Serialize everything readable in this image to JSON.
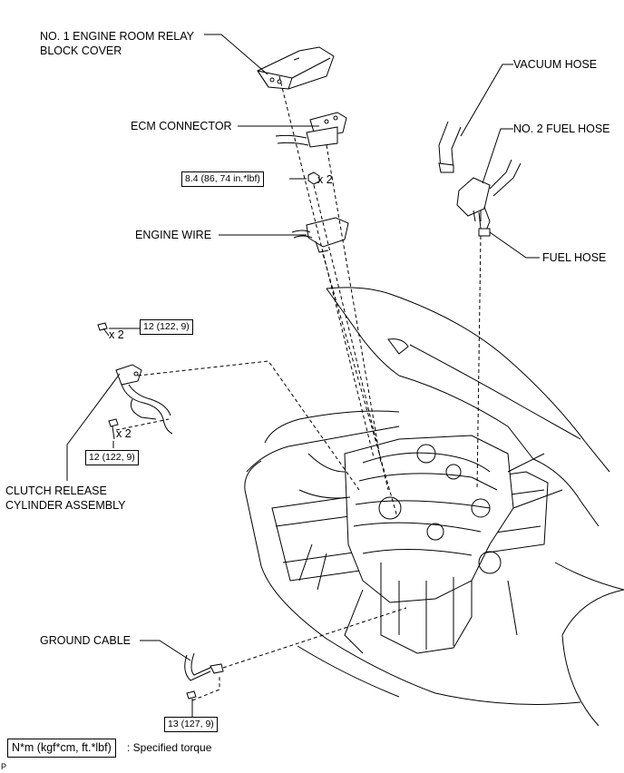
{
  "labels": {
    "relay_cover_line1": "NO. 1 ENGINE ROOM RELAY",
    "relay_cover_line2": "BLOCK COVER",
    "ecm_connector": "ECM CONNECTOR",
    "engine_wire": "ENGINE WIRE",
    "vacuum_hose": "VACUUM HOSE",
    "no2_fuel_hose": "NO. 2 FUEL HOSE",
    "fuel_hose": "FUEL HOSE",
    "clutch_line1": "CLUTCH RELEASE",
    "clutch_line2": "CYLINDER ASSEMBLY",
    "ground_cable": "GROUND CABLE"
  },
  "torques": {
    "ecm_nut": "8.4 (86, 74 in.*lbf)",
    "clutch_upper": "12 (122, 9)",
    "clutch_lower": "12 (122, 9)",
    "ground": "13 (127, 9)"
  },
  "quantities": {
    "ecm_nut": "x 2",
    "clutch_upper": "x 2",
    "clutch_lower": "x 2"
  },
  "legend": {
    "unit": "N*m (kgf*cm, ft.*lbf)",
    "text": ": Specified torque"
  },
  "corner_mark": "P"
}
